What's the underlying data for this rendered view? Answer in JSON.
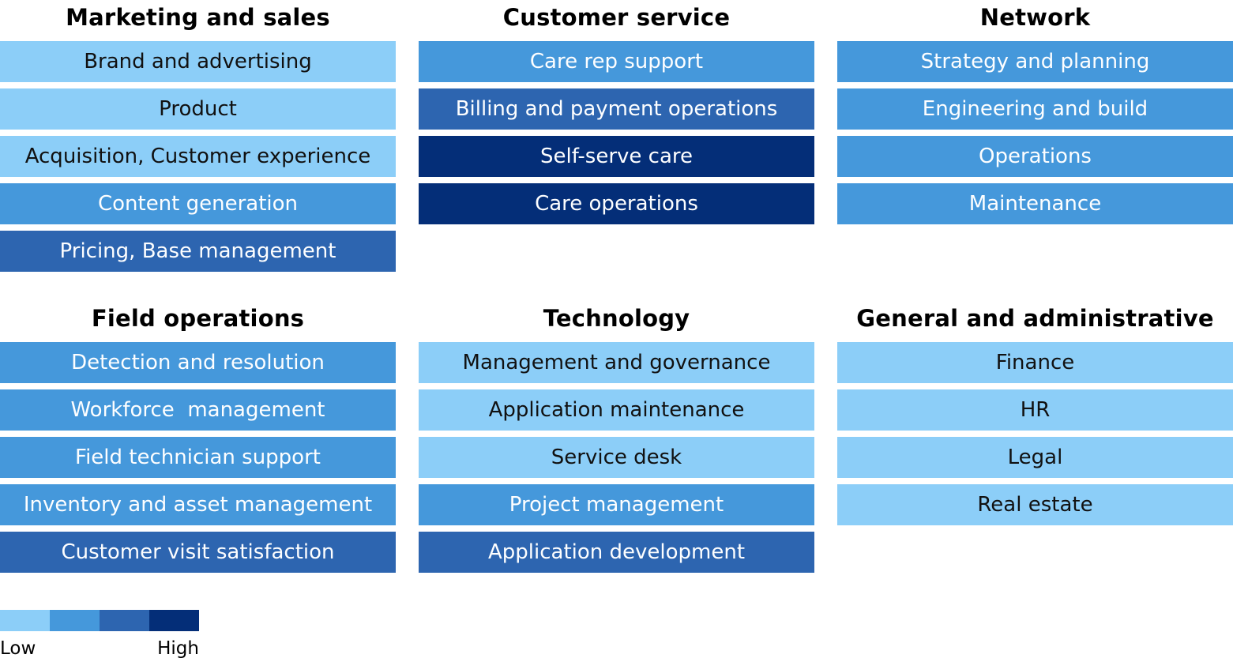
{
  "chart_data": {
    "type": "heatmap",
    "title": "",
    "scale": {
      "min_label": "Low",
      "max_label": "High",
      "levels": 4
    },
    "legend": {
      "position": "bottom-left",
      "scale_labels": [
        "Low",
        "High"
      ],
      "scale_colors": [
        "#8CCEF8",
        "#4598DB",
        "#2D65B0",
        "#042E78"
      ]
    },
    "groups": [
      {
        "title": "Marketing and sales",
        "band": 0,
        "items": [
          {
            "label": "Brand and advertising",
            "level": 1
          },
          {
            "label": "Product",
            "level": 1
          },
          {
            "label": "Acquisition, Customer experience",
            "level": 1
          },
          {
            "label": "Content generation",
            "level": 2
          },
          {
            "label": "Pricing, Base management",
            "level": 3
          }
        ]
      },
      {
        "title": "Customer service",
        "band": 0,
        "items": [
          {
            "label": "Care rep support",
            "level": 2
          },
          {
            "label": "Billing and payment operations",
            "level": 3
          },
          {
            "label": "Self-serve care",
            "level": 4
          },
          {
            "label": "Care operations",
            "level": 4
          }
        ]
      },
      {
        "title": "Network",
        "band": 0,
        "items": [
          {
            "label": "Strategy and planning",
            "level": 2
          },
          {
            "label": "Engineering and build",
            "level": 2
          },
          {
            "label": "Operations",
            "level": 2
          },
          {
            "label": "Maintenance",
            "level": 2
          }
        ]
      },
      {
        "title": "Field operations",
        "band": 1,
        "items": [
          {
            "label": "Detection and resolution",
            "level": 2
          },
          {
            "label": "Workforce  management",
            "level": 2
          },
          {
            "label": "Field technician support",
            "level": 2
          },
          {
            "label": "Inventory and asset management",
            "level": 2
          },
          {
            "label": "Customer visit satisfaction",
            "level": 3
          }
        ]
      },
      {
        "title": "Technology",
        "band": 1,
        "items": [
          {
            "label": "Management and governance",
            "level": 1
          },
          {
            "label": "Application maintenance",
            "level": 1
          },
          {
            "label": "Service desk",
            "level": 1
          },
          {
            "label": "Project management",
            "level": 2
          },
          {
            "label": "Application development",
            "level": 3
          }
        ]
      },
      {
        "title": "General and administrative",
        "band": 1,
        "items": [
          {
            "label": "Finance",
            "level": 1
          },
          {
            "label": "HR",
            "level": 1
          },
          {
            "label": "Legal",
            "level": 1
          },
          {
            "label": "Real estate",
            "level": 1
          }
        ]
      }
    ]
  },
  "palette": {
    "level1": "#8CCEF8",
    "level2": "#4598DB",
    "level3": "#2D65B0",
    "level4": "#042E78",
    "text_dark": "#111111",
    "text_light": "#FDFEFF"
  }
}
